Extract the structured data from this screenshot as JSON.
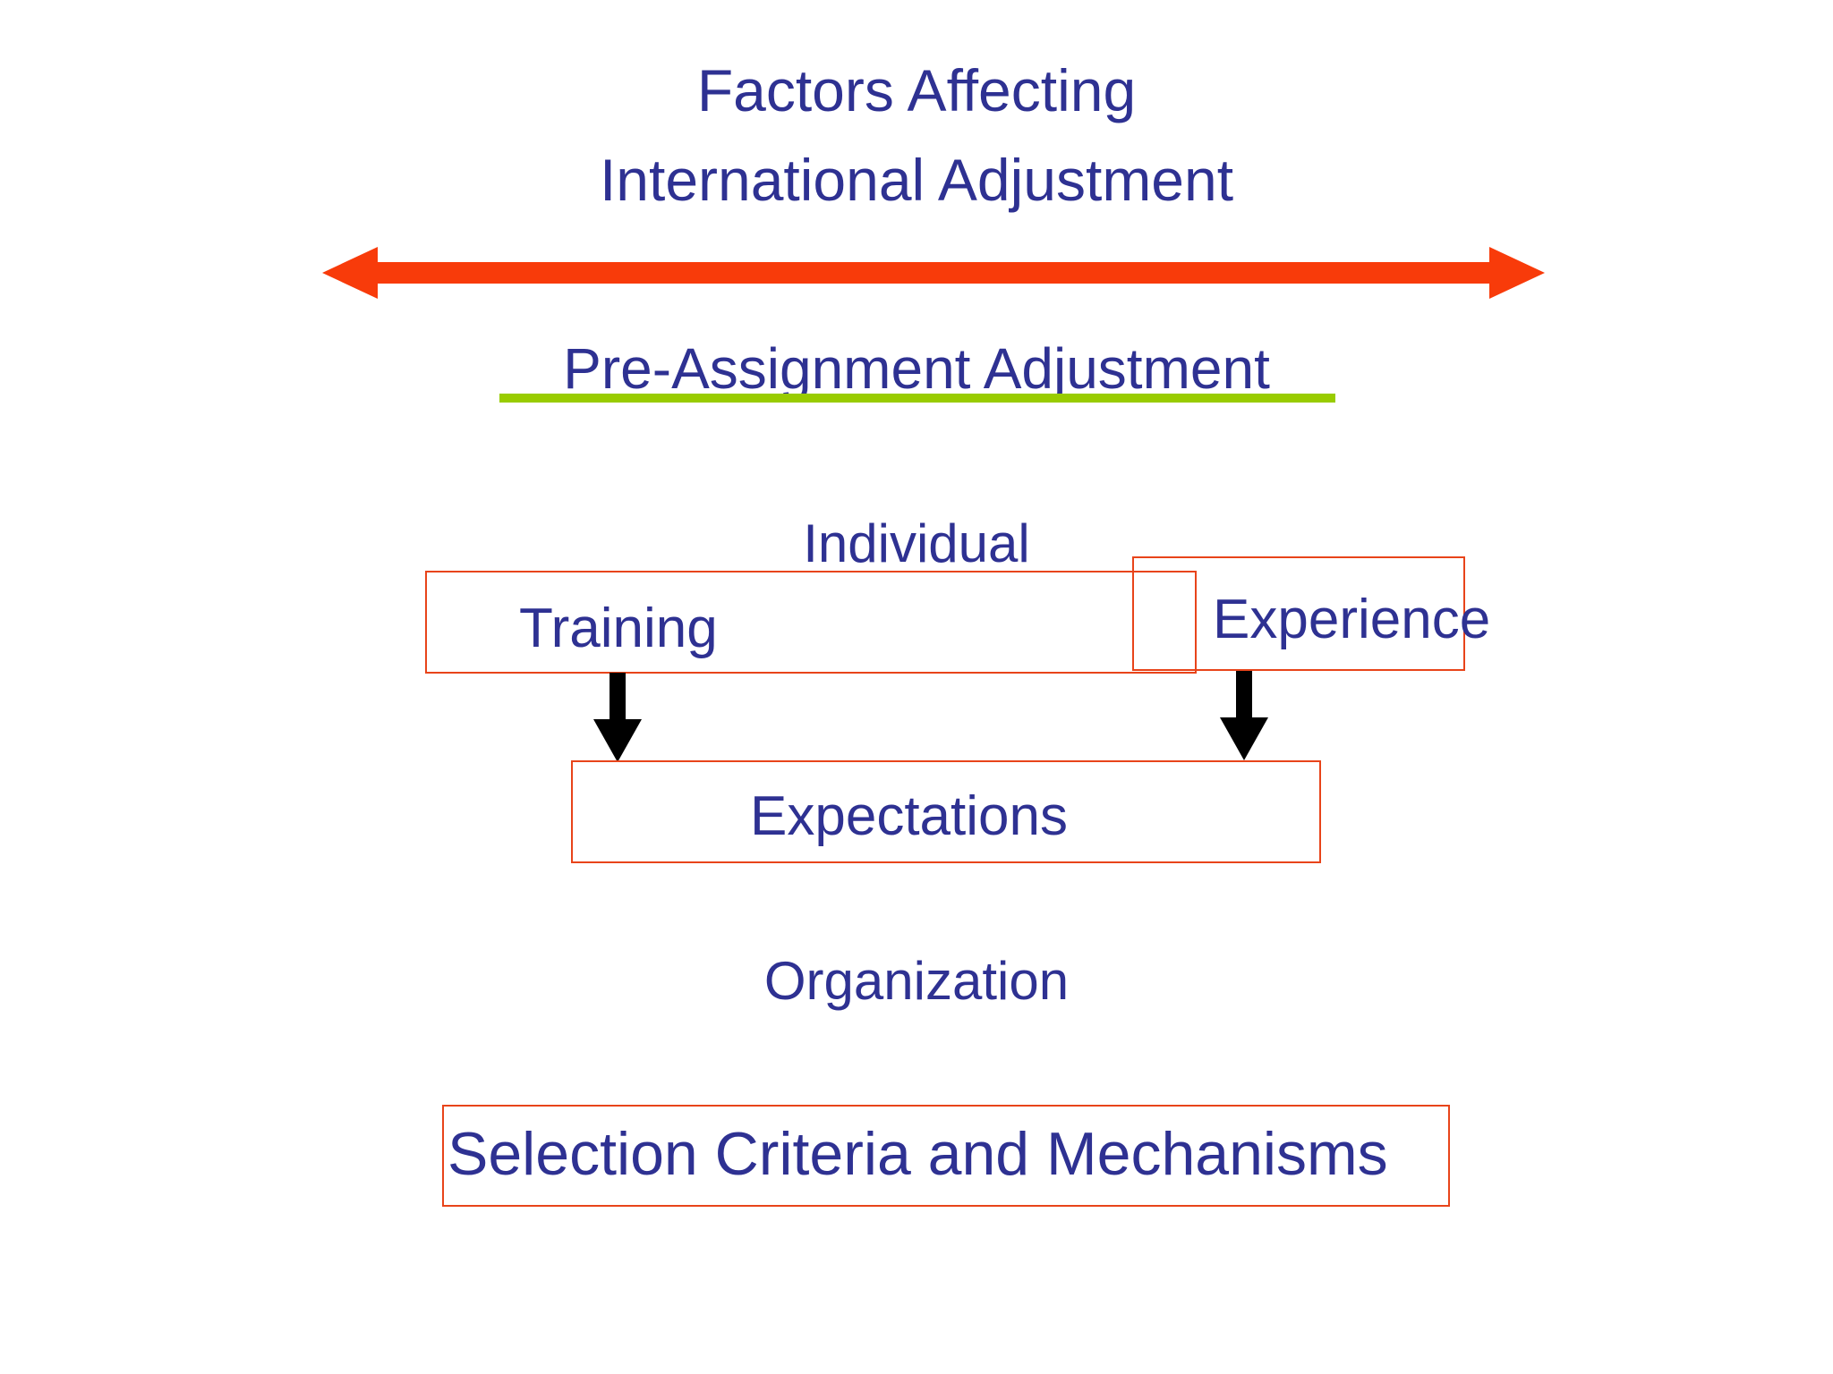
{
  "slide": {
    "background_color": "#ffffff",
    "text_color": "#2e3192",
    "accent_red": "#e8441a",
    "arrow_red": "#f83b0a",
    "underline_green": "#99cc00",
    "arrow_black": "#000000"
  },
  "title": {
    "line1": "Factors Affecting",
    "line2": "International Adjustment"
  },
  "arrows": {
    "double_headed_label": "double-headed-horizontal-arrow",
    "training_to_expectations": "down-arrow",
    "experience_to_expectations": "down-arrow"
  },
  "sections": {
    "phase_label": "Pre-Assignment Adjustment",
    "individual_label": "Individual",
    "organization_label": "Organization"
  },
  "boxes": {
    "training": "Training",
    "experience": "Experience",
    "expectations": "Expectations",
    "selection": "Selection Criteria and Mechanisms"
  }
}
